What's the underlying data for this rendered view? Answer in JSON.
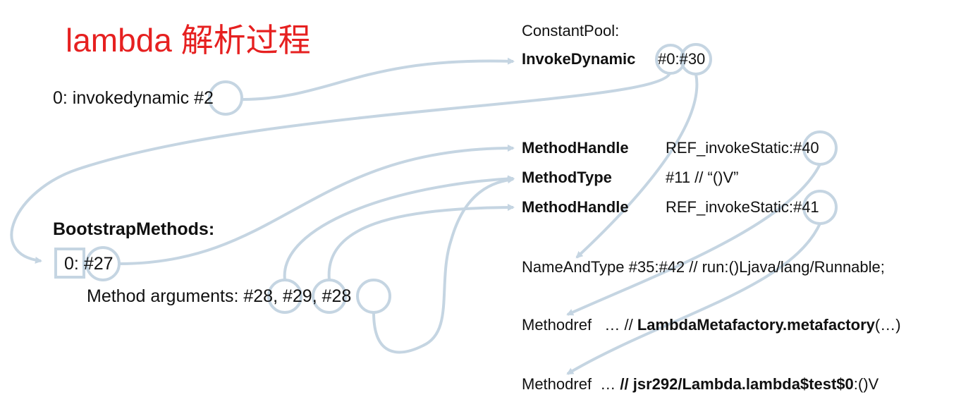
{
  "title": "lambda 解析过程",
  "left": {
    "invoke_line": {
      "prefix": "0: invokedynamic ",
      "ref": "#2"
    },
    "bootstrap_header": "BootstrapMethods:",
    "bootstrap_entry": {
      "index": "0:",
      "ref": "#27"
    },
    "method_args": {
      "label": "Method arguments: ",
      "args": [
        "#28",
        "#29",
        "#28"
      ],
      "separator": ", "
    }
  },
  "right": {
    "constant_pool_label": "ConstantPool:",
    "invoke_dynamic": {
      "keyword": "InvokeDynamic",
      "ref": "#0:#30"
    },
    "entries": [
      {
        "keyword": "MethodHandle",
        "value": "REF_invokeStatic:#40"
      },
      {
        "keyword": "MethodType",
        "value": "#11 // “()V”"
      },
      {
        "keyword": "MethodHandle",
        "value": "REF_invokeStatic:#41"
      }
    ],
    "name_and_type": "NameAndType #35:#42 // run:()Ljava/lang/Runnable;",
    "methodref_1": {
      "prefix": "Methodref   … // ",
      "bold": "LambdaMetafactory.metafactory",
      "suffix": "(…)"
    },
    "methodref_2": {
      "prefix": "Methodref  … ",
      "bold": "// jsr292/Lambda.lambda$test$0",
      "suffix": ":()V"
    }
  },
  "colors": {
    "title": "#e62020",
    "connector": "#c5d5e2",
    "text": "#111111"
  }
}
